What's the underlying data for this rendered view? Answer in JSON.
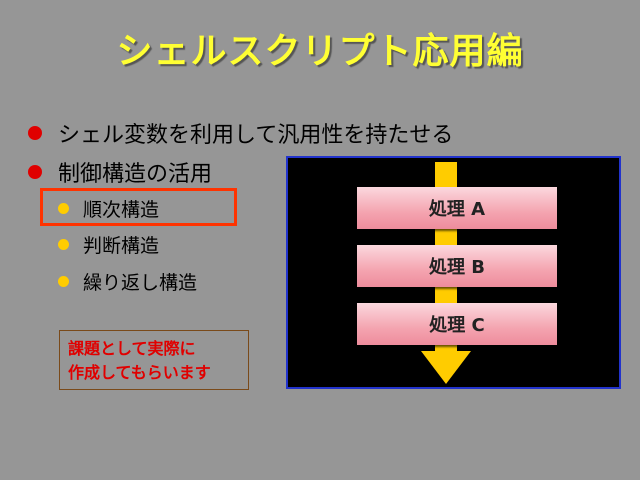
{
  "slide": {
    "title": "シェルスクリプト応用編",
    "bullets": [
      {
        "text": "シェル変数を利用して汎用性を持たせる"
      },
      {
        "text": "制御構造の活用"
      }
    ],
    "sub_bullets": [
      {
        "text": "順次構造"
      },
      {
        "text": "判断構造"
      },
      {
        "text": "繰り返し構造"
      }
    ],
    "note": {
      "line1": "課題として実際に",
      "line2": "作成してもらいます"
    },
    "diagram": {
      "steps": [
        "処理 A",
        "処理 B",
        "処理 C"
      ]
    },
    "colors": {
      "background": "#969696",
      "title": "#ffff33",
      "bullet_main": "#e00000",
      "bullet_sub": "#ffcc00",
      "highlight": "#ff3300",
      "arrow": "#ffcc00"
    }
  }
}
